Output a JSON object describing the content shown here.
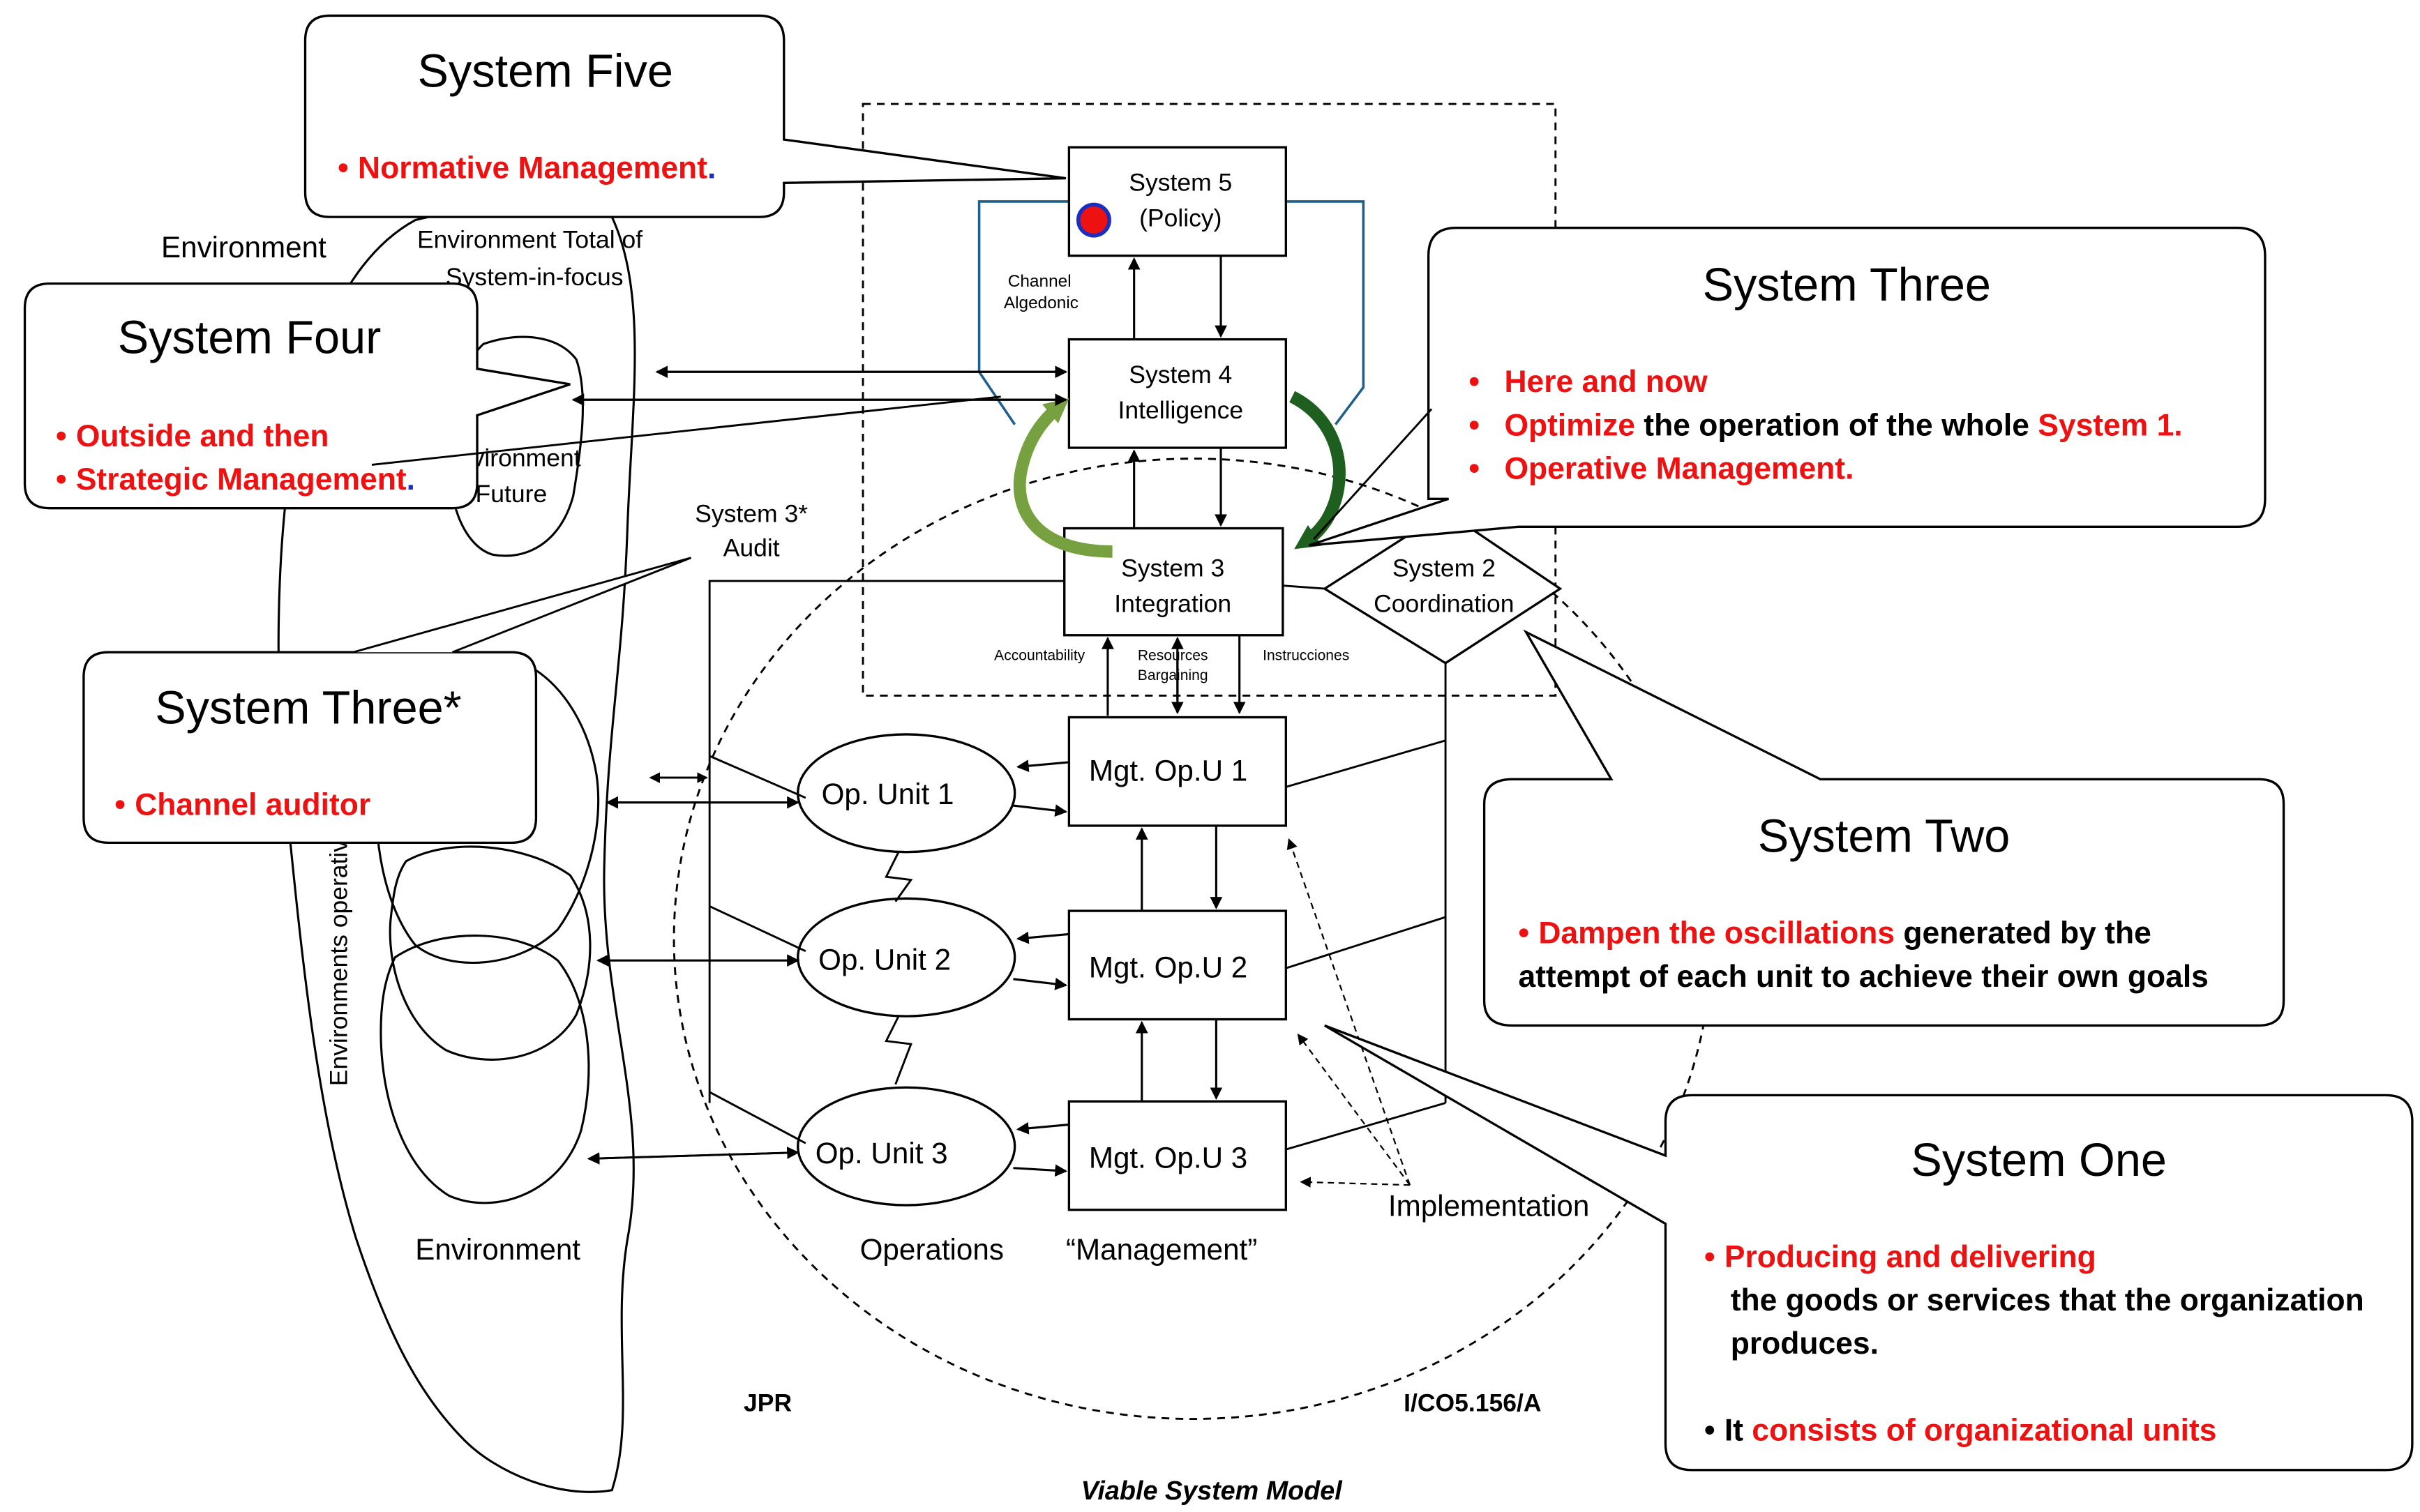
{
  "colors": {
    "highlight_red": "#ee1111",
    "algedonic_blue": "#1f5f8b",
    "arrow_light_green": "#77a140",
    "arrow_dark_green": "#1e5e1e",
    "dot_red": "#ee1111",
    "dot_blue": "#1a2fc0"
  },
  "system5": {
    "title": "System Five",
    "bullet": "Normative Management",
    "dot": "."
  },
  "system4": {
    "title": "System Four",
    "bullet1": "Outside and then",
    "bullet2": "Strategic Management",
    "dot": "."
  },
  "system3": {
    "title": "System Three",
    "bullet1": "Here and now",
    "bullet2_red1": "Optimize",
    "bullet2_mid": " the operation of the whole ",
    "bullet2_red2": "System 1.",
    "bullet3": "Operative Management."
  },
  "system3star": {
    "title": "System Three*",
    "bullet": "Channel auditor"
  },
  "system2": {
    "title": "System Two",
    "line1_red": "Dampen the oscillations",
    "line1_rest": " generated by the",
    "line2": "attempt of each unit to achieve their own goals"
  },
  "system1": {
    "title": "System One",
    "bullet1": "Producing and delivering",
    "line2": "the goods or services that the organization",
    "line3": "produces.",
    "bullet2_pre": "It ",
    "bullet2_red": "consists of organizational units"
  },
  "boxes": {
    "s5_line1": "System 5",
    "s5_line2": "(Policy)",
    "s4_line1": "System 4",
    "s4_line2": "Intelligence",
    "s3_line1": "System 3",
    "s3_line2": "Integration",
    "s2_line1": "System 2",
    "s2_line2": "Coordination",
    "mgt1": "Mgt. Op.U 1",
    "mgt2": "Mgt. Op.U 2",
    "mgt3": "Mgt. Op.U 3",
    "op1": "Op. Unit 1",
    "op2": "Op. Unit 2",
    "op3": "Op. Unit 3"
  },
  "labels": {
    "environment_top": "Environment",
    "env_total_1": "Environment Total of",
    "env_total_2": "System-in-focus",
    "channel_1": "Channel",
    "channel_2": "Algedonic",
    "env_future_1": "Environment",
    "env_future_2": "Future",
    "s3star_1": "System 3*",
    "s3star_2": "Audit",
    "accountability": "Accountability",
    "resources_1": "Resources",
    "resources_2": "Bargaining",
    "instrucciones": "Instrucciones",
    "env_operative": "Environments operative units",
    "environment_bottom": "Environment",
    "operations": "Operations",
    "management": "“Management”",
    "implementation": "Implementation",
    "jpr": "JPR",
    "code": "I/CO5.156/A",
    "caption": "Viable System Model"
  }
}
